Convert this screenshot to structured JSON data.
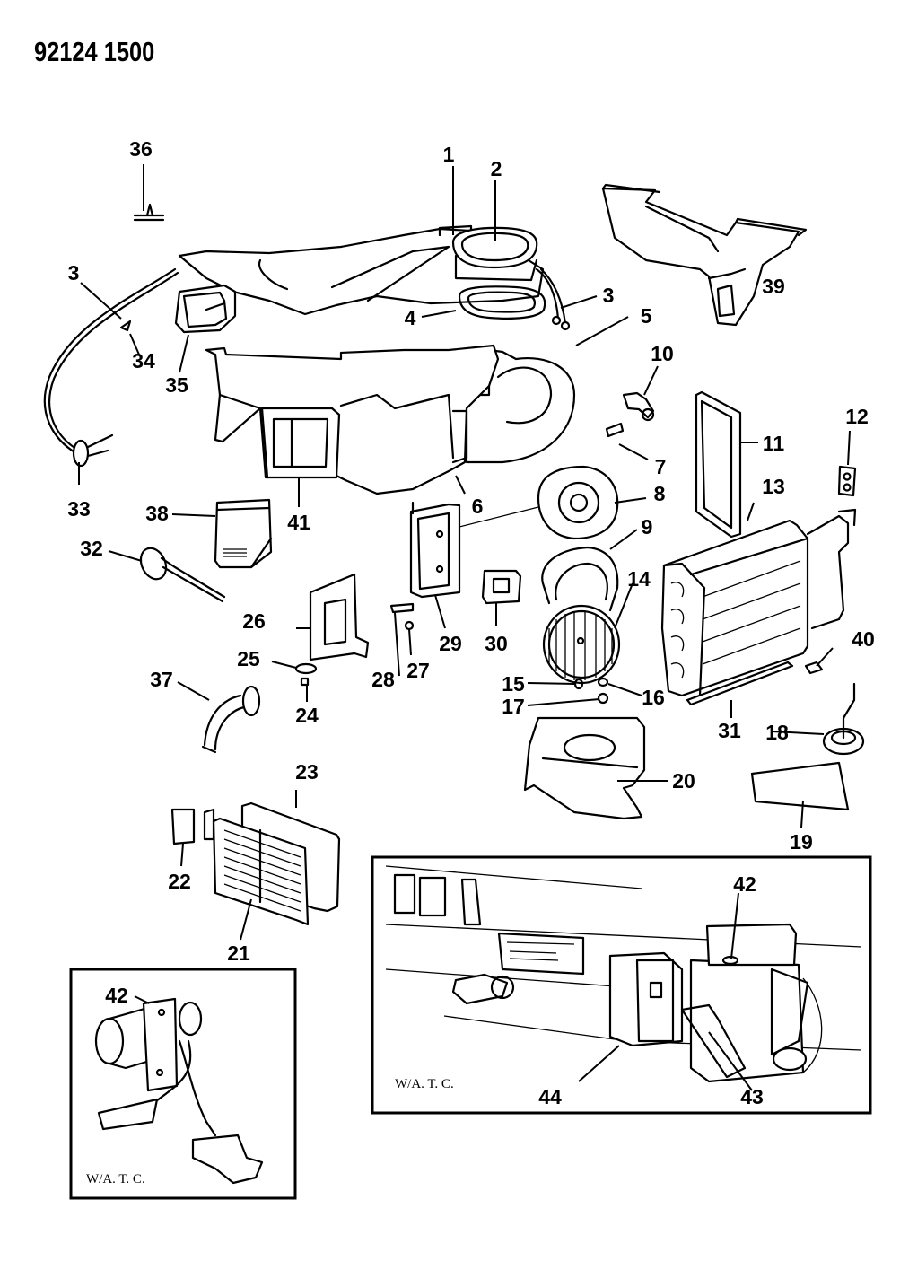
{
  "document": {
    "id": "92124 1500",
    "type": "exploded parts diagram",
    "subject": "heater / air conditioning unit assembly"
  },
  "insets": [
    {
      "caption": "W/A. T. C.",
      "callouts": [
        "42"
      ]
    },
    {
      "caption": "W/A. T. C.",
      "callouts": [
        "42",
        "43",
        "44"
      ]
    }
  ],
  "callouts": [
    {
      "label": "1"
    },
    {
      "label": "2"
    },
    {
      "label": "3"
    },
    {
      "label": "3"
    },
    {
      "label": "4"
    },
    {
      "label": "5"
    },
    {
      "label": "6"
    },
    {
      "label": "7"
    },
    {
      "label": "8"
    },
    {
      "label": "9"
    },
    {
      "label": "10"
    },
    {
      "label": "11"
    },
    {
      "label": "12"
    },
    {
      "label": "13"
    },
    {
      "label": "14"
    },
    {
      "label": "15"
    },
    {
      "label": "16"
    },
    {
      "label": "17"
    },
    {
      "label": "18"
    },
    {
      "label": "19"
    },
    {
      "label": "20"
    },
    {
      "label": "21"
    },
    {
      "label": "22"
    },
    {
      "label": "23"
    },
    {
      "label": "24"
    },
    {
      "label": "25"
    },
    {
      "label": "26"
    },
    {
      "label": "27"
    },
    {
      "label": "28"
    },
    {
      "label": "29"
    },
    {
      "label": "30"
    },
    {
      "label": "31"
    },
    {
      "label": "32"
    },
    {
      "label": "33"
    },
    {
      "label": "34"
    },
    {
      "label": "35"
    },
    {
      "label": "36"
    },
    {
      "label": "37"
    },
    {
      "label": "38"
    },
    {
      "label": "39"
    },
    {
      "label": "40"
    },
    {
      "label": "41"
    },
    {
      "label": "42"
    },
    {
      "label": "42"
    },
    {
      "label": "43"
    },
    {
      "label": "44"
    }
  ]
}
